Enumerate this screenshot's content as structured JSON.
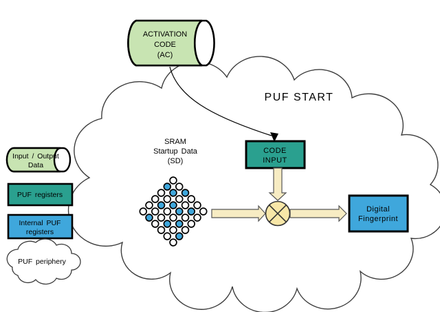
{
  "diagram_title": "PUF START",
  "activation_code": {
    "line1": "ACTIVATION",
    "line2": "CODE",
    "line3": "(AC)"
  },
  "sram_label": {
    "line1": "SRAM",
    "line2": "Startup Data",
    "line3": "(SD)"
  },
  "code_input": {
    "line1": "CODE",
    "line2": "INPUT"
  },
  "digital_fingerprint": {
    "line1": "Digital",
    "line2": "Fingerprint"
  },
  "legend": {
    "io_data": {
      "line1": "Input / Output",
      "line2": "Data"
    },
    "puf_registers": {
      "label": "PUF registers"
    },
    "internal_puf_registers": {
      "line1": "Internal PUF",
      "line2": "registers"
    },
    "puf_periphery": {
      "label": "PUF periphery"
    }
  },
  "colors": {
    "data_store_green": "#c8e4b2",
    "register_teal": "#2aa08f",
    "internal_blue": "#3fa7dc",
    "arrow_cream": "#f7ecc3",
    "xor_fill": "#f8e7a8",
    "dot_white": "#ffffff",
    "outline": "#000000",
    "cloud_outline": "#3c3c3c"
  },
  "dot_matrix": {
    "rows": [
      "W",
      "BW",
      "WBB",
      "WWWW",
      "WBBWW",
      "WWWBBW",
      "BWWWW",
      "WBBW",
      "WWW",
      "WB",
      "W"
    ]
  }
}
